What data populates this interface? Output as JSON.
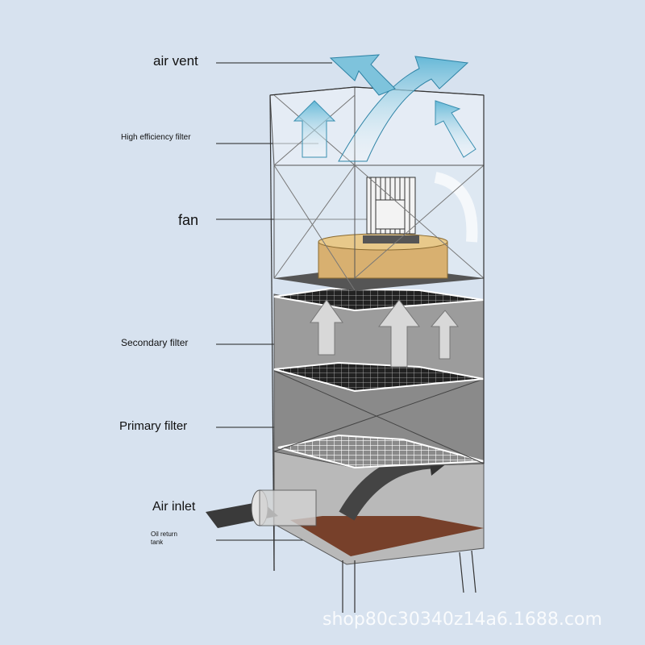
{
  "labels": {
    "air_vent": "air vent",
    "high_efficiency_filter": "High efficiency filter",
    "fan": "fan",
    "secondary_filter": "Secondary filter",
    "primary_filter": "Primary filter",
    "air_inlet": "Air inlet",
    "oil_return_tank": "Oil return tank"
  },
  "watermark": "shop80c30340z14a6.1688.com",
  "colors": {
    "background": "#d7e2ef",
    "clean_air": "#7ec3dc",
    "filter_cake": "#d8b070",
    "dirty_air": "#3a3a3a",
    "oil": "#6b2a10"
  }
}
